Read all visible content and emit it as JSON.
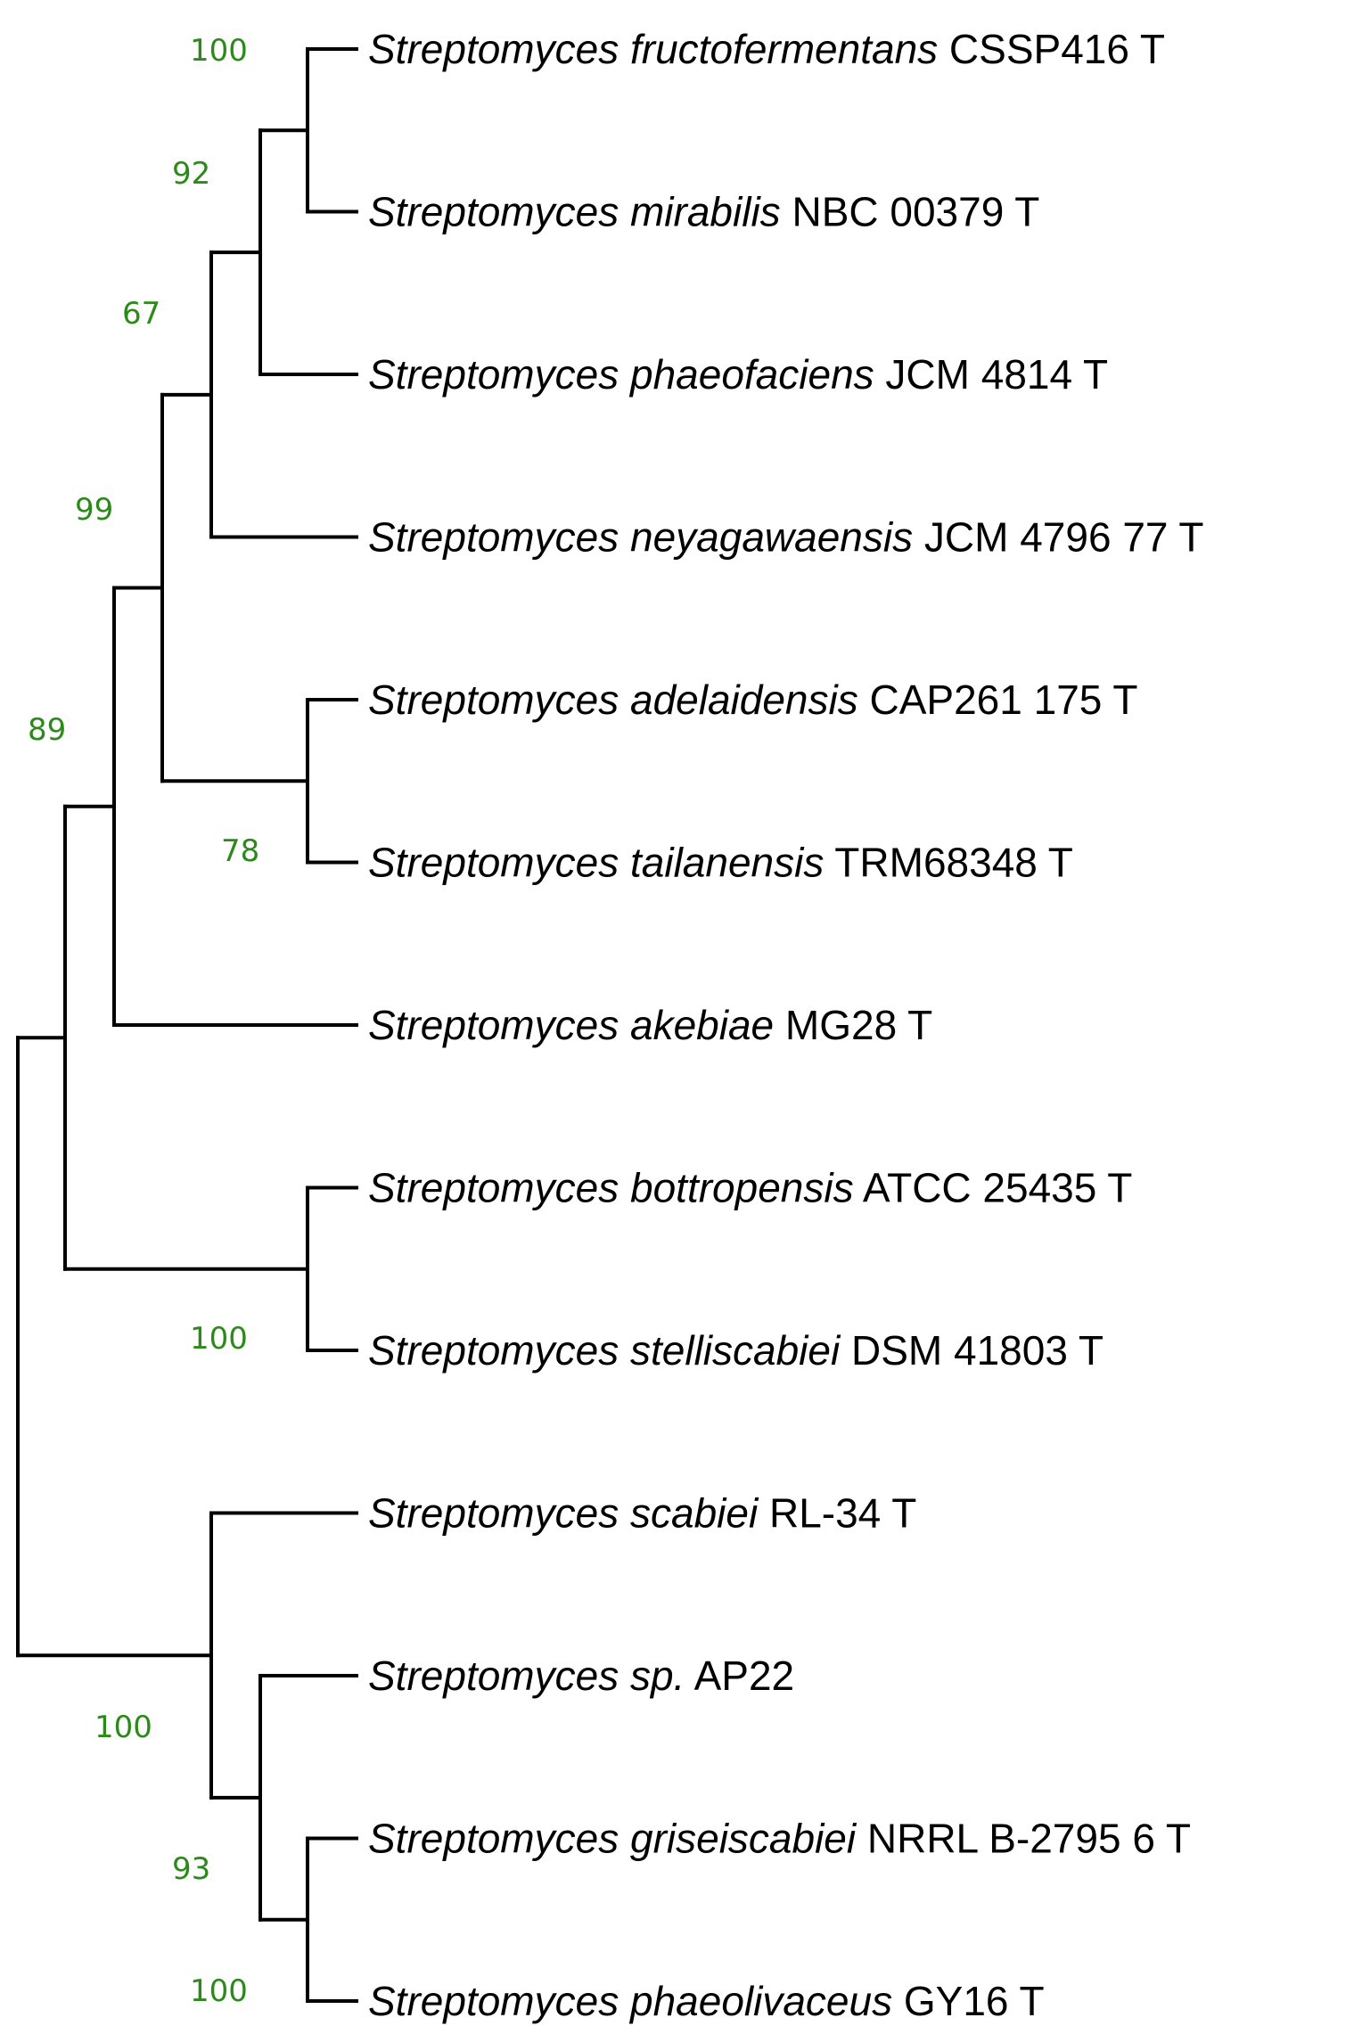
{
  "colors": {
    "bootstrap": "#2b8a1a",
    "branch": "#000000"
  },
  "tree": {
    "type": "rectangular-cladogram",
    "taxa": [
      {
        "id": "t1",
        "italic": "Streptomyces fructofermentans",
        "strain": "CSSP416 T"
      },
      {
        "id": "t2",
        "italic": "Streptomyces mirabilis",
        "strain": "NBC 00379 T"
      },
      {
        "id": "t3",
        "italic": "Streptomyces phaeofaciens",
        "strain": "JCM 4814 T"
      },
      {
        "id": "t4",
        "italic": "Streptomyces neyagawaensis",
        "strain": "JCM 4796 77 T"
      },
      {
        "id": "t5",
        "italic": "Streptomyces adelaidensis",
        "strain": "CAP261 175 T"
      },
      {
        "id": "t6",
        "italic": "Streptomyces tailanensis",
        "strain": "TRM68348 T"
      },
      {
        "id": "t7",
        "italic": "Streptomyces akebiae",
        "strain": "MG28 T"
      },
      {
        "id": "t8",
        "italic": "Streptomyces bottropensis",
        "strain": "ATCC 25435 T"
      },
      {
        "id": "t9",
        "italic": "Streptomyces stelliscabiei",
        "strain": "DSM 41803 T"
      },
      {
        "id": "t10",
        "italic": "Streptomyces scabiei",
        "strain": "RL-34 T"
      },
      {
        "id": "t11",
        "italic": "Streptomyces sp.",
        "strain": "AP22"
      },
      {
        "id": "t12",
        "italic": "Streptomyces griseiscabiei",
        "strain": "NRRL B-2795 6 T"
      },
      {
        "id": "t13",
        "italic": "Streptomyces phaeolivaceus",
        "strain": " GY16 T"
      }
    ],
    "clades": [
      {
        "id": "c1",
        "children": [
          "t1",
          "t2"
        ],
        "bootstrap": "100"
      },
      {
        "id": "c2",
        "children": [
          "c1",
          "t3"
        ],
        "bootstrap": "92"
      },
      {
        "id": "c3",
        "children": [
          "c2",
          "t4"
        ],
        "bootstrap": "67"
      },
      {
        "id": "c4",
        "children": [
          "t5",
          "t6"
        ],
        "bootstrap": "78"
      },
      {
        "id": "c5",
        "children": [
          "c3",
          "c4"
        ],
        "bootstrap": "99"
      },
      {
        "id": "c6",
        "children": [
          "c5",
          "t7"
        ],
        "bootstrap": "89"
      },
      {
        "id": "c7",
        "children": [
          "t8",
          "t9"
        ],
        "bootstrap": "100"
      },
      {
        "id": "c8",
        "children": [
          "c6",
          "c7"
        ],
        "bootstrap": ""
      },
      {
        "id": "c9",
        "children": [
          "t12",
          "t13"
        ],
        "bootstrap": "100"
      },
      {
        "id": "c10",
        "children": [
          "t11",
          "c9"
        ],
        "bootstrap": "93"
      },
      {
        "id": "c11",
        "children": [
          "t10",
          "c10"
        ],
        "bootstrap": "100"
      },
      {
        "id": "root",
        "children": [
          "c8",
          "c11"
        ],
        "bootstrap": ""
      }
    ]
  }
}
